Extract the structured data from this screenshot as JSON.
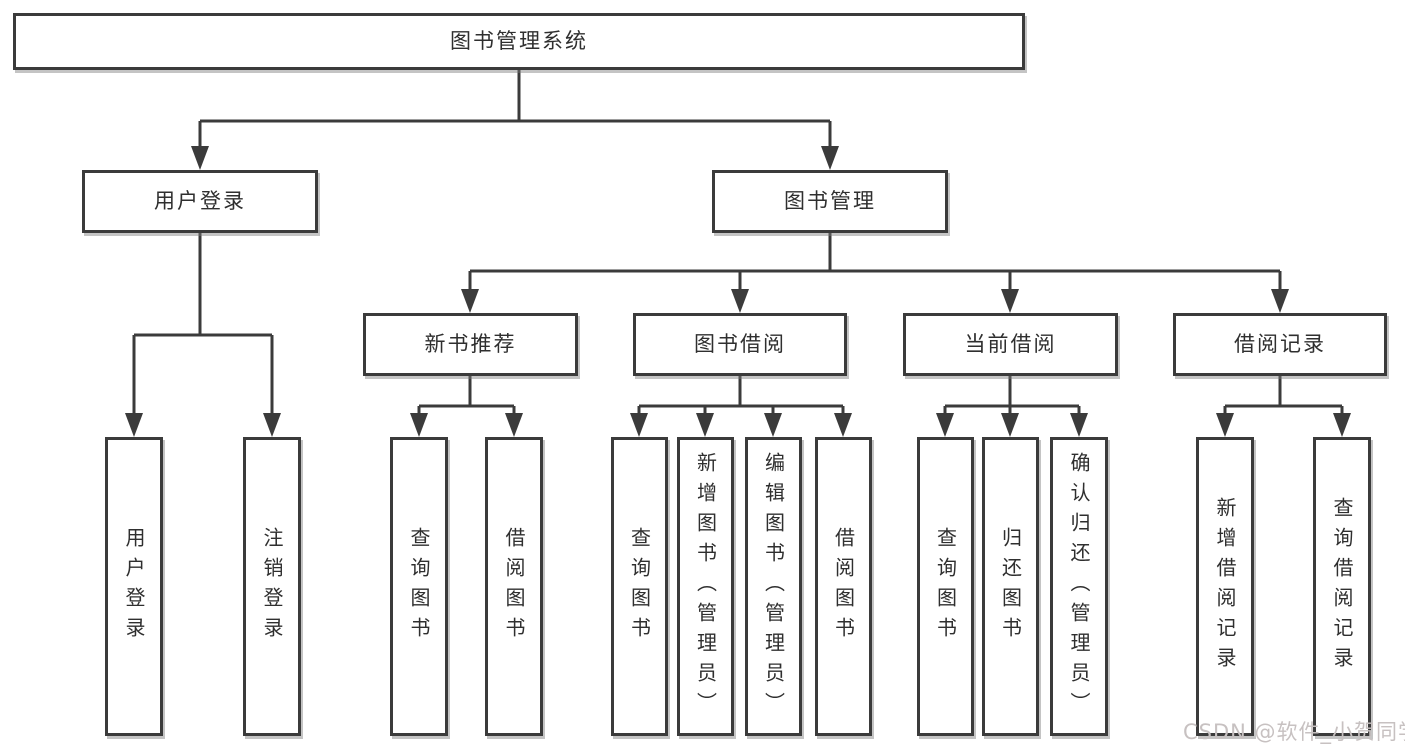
{
  "diagram": {
    "title": "图书管理系统",
    "nodes": {
      "root": "图书管理系统",
      "user_login": "用户登录",
      "book_management": "图书管理",
      "new_book_recommend": "新书推荐",
      "book_borrowing": "图书借阅",
      "current_borrowing": "当前借阅",
      "borrowing_records": "借阅记录",
      "leaf_user_login": "用户登录",
      "leaf_logout": "注销登录",
      "leaf_nbr_query_books": "查询图书",
      "leaf_nbr_borrow_books": "借阅图书",
      "leaf_bb_query_books": "查询图书",
      "leaf_bb_add_books": "新增图书（管理员）",
      "leaf_bb_edit_books": "编辑图书（管理员）",
      "leaf_bb_borrow_books": "借阅图书",
      "leaf_cb_query_books": "查询图书",
      "leaf_cb_return_books": "归还图书",
      "leaf_cb_confirm_return": "确认归还（管理员）",
      "leaf_br_add_record": "新增借阅记录",
      "leaf_br_query_record": "查询借阅记录"
    },
    "hierarchy": {
      "图书管理系统": [
        "用户登录",
        "图书管理"
      ],
      "用户登录": [
        "用户登录",
        "注销登录"
      ],
      "图书管理": [
        "新书推荐",
        "图书借阅",
        "当前借阅",
        "借阅记录"
      ],
      "新书推荐": [
        "查询图书",
        "借阅图书"
      ],
      "图书借阅": [
        "查询图书",
        "新增图书（管理员）",
        "编辑图书（管理员）",
        "借阅图书"
      ],
      "当前借阅": [
        "查询图书",
        "归还图书",
        "确认归还（管理员）"
      ],
      "借阅记录": [
        "新增借阅记录",
        "查询借阅记录"
      ]
    },
    "colors": {
      "line": "#3b3b3b",
      "box_border": "#3b3b3b",
      "box_fill": "#ffffff",
      "text": "#2f2f2f",
      "watermark": "#c7c1c1"
    }
  },
  "watermark": {
    "text": "CSDN @软件_小贺同学"
  }
}
